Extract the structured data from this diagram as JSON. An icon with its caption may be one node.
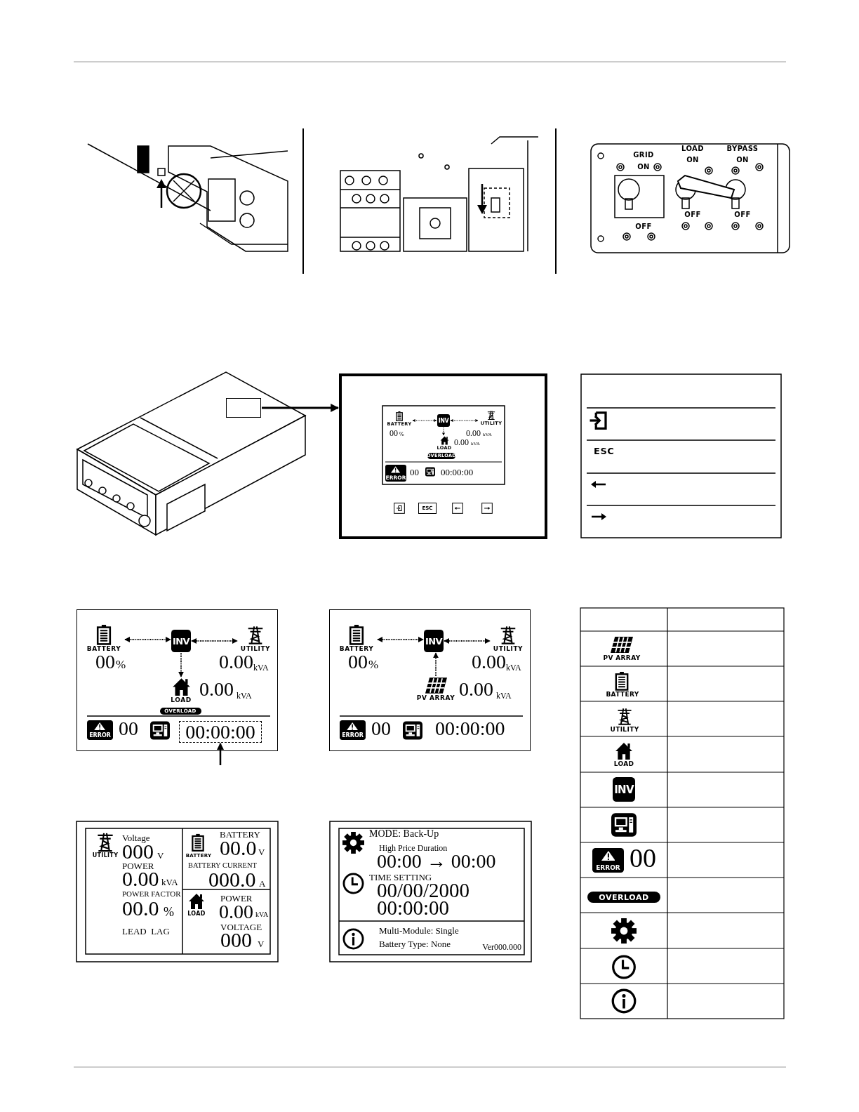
{
  "diagram": {
    "nodes": [
      {
        "text": [],
        "shape": "box"
      },
      {
        "text": [],
        "shape": "box"
      },
      {
        "text": [
          "BATTERY"
        ],
        "in": 1
      },
      {
        "text": [
          "INV"
        ],
        "in": 1
      },
      {
        "text": [
          "UTILITY"
        ],
        "in": 1
      },
      {
        "text": [
          "LOAD"
        ],
        "in": 1
      },
      {
        "text": [],
        "shape": "box"
      },
      {
        "text": [
          "BATTERY"
        ],
        "in": 6
      },
      {
        "text": [
          "INV"
        ],
        "in": 6
      },
      {
        "text": [
          "UTILITY"
        ],
        "in": 6
      },
      {
        "text": [
          "LOAD"
        ],
        "in": 6
      },
      {
        "text": [
          "00:00:00"
        ],
        "in": 6
      },
      {
        "text": [],
        "shape": "box"
      },
      {
        "text": [
          "BATTERY"
        ],
        "in": 12
      },
      {
        "text": [
          "INV"
        ],
        "in": 12
      },
      {
        "text": [
          "UTILITY"
        ],
        "in": 12
      },
      {
        "text": [
          "PV ARRAY"
        ],
        "in": 12
      },
      {
        "text": [
          "INV"
        ]
      }
    ],
    "edges": [
      {
        "from": 0,
        "to": 1,
        "arrow": "to"
      },
      {
        "from": 2,
        "to": 3,
        "arrow": "both",
        "style": "dashed"
      },
      {
        "from": 3,
        "to": 4,
        "arrow": "both",
        "style": "dashed"
      },
      {
        "from": 3,
        "to": 5,
        "arrow": "to",
        "style": "dashed"
      },
      {
        "from": 7,
        "to": 8,
        "arrow": "both",
        "style": "dashed"
      },
      {
        "from": 8,
        "to": 9,
        "arrow": "both",
        "style": "dashed"
      },
      {
        "from": 8,
        "to": 10,
        "arrow": "to",
        "style": "dashed"
      },
      {
        "from": null,
        "to": 11,
        "arrow": "to"
      },
      {
        "from": 13,
        "to": 14,
        "arrow": "both",
        "style": "dashed"
      },
      {
        "from": 14,
        "to": 15,
        "arrow": "both",
        "style": "dashed"
      },
      {
        "from": 16,
        "to": 14,
        "arrow": "to",
        "style": "dashed"
      }
    ],
    "labels": [
      "GRID",
      "ON",
      "OFF",
      "LOAD",
      "ON",
      "OFF",
      "BYPASS",
      "ON",
      "OFF",
      "00",
      "%",
      "0.00",
      "kVA",
      "0.00",
      "kVA",
      "OVERLOAD",
      "ERROR",
      "00",
      "00:00:00",
      "ESC",
      "ESC",
      "00",
      "%",
      "0.00",
      "kVA",
      "0.00",
      "kVA",
      "OVERLOAD",
      "ERROR",
      "00",
      "00",
      "%",
      "0.00",
      "kVA",
      "0.00",
      "kVA",
      "ERROR",
      "00",
      "00:00:00",
      "UTILITY",
      "Voltage",
      "000",
      "V",
      "POWER",
      "0.00",
      "kVA",
      "POWER FACTOR",
      "00.0",
      "%",
      "LEAD  LAG",
      "BATTERY",
      "BATTERY",
      "00.0",
      "V",
      "BATTERY CURRENT",
      "000.0",
      "A",
      "LOAD",
      "POWER",
      "0.00",
      "kVA",
      "VOLTAGE",
      "000",
      "V",
      "MODE: Back-Up",
      "High Price Duration",
      "00:00 → 00:00",
      "TIME SETTING",
      "00/00/2000",
      "00:00:00",
      "Multi-Module: Single",
      "Battery Type: None",
      "Ver000.000",
      "PV ARRAY",
      "BATTERY",
      "UTILITY",
      "LOAD",
      "ERROR",
      "00",
      "OVERLOAD"
    ]
  }
}
